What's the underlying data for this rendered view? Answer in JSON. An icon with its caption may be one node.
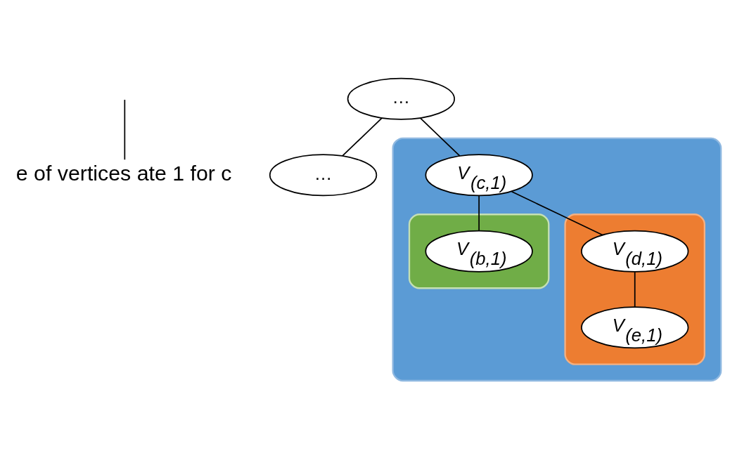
{
  "diagram": {
    "nodes": [
      {
        "text": [
          "e of vertices ate 1 for c"
        ]
      },
      {
        "text": [
          "…"
        ]
      },
      {
        "text": [],
        "shape": "box"
      },
      {
        "text": [
          "V$_{(c,1)}$"
        ],
        "in": 2
      },
      {
        "text": [],
        "shape": "box",
        "in": 2
      },
      {
        "text": [
          "V$_{(b,1)}$"
        ],
        "in": 4
      },
      {
        "text": [],
        "shape": "box",
        "in": 2
      },
      {
        "text": [
          "V$_{(d,1)}$"
        ],
        "in": 6
      },
      {
        "text": [
          "V$_{(e,1)}$"
        ],
        "in": 6
      },
      {
        "text": [
          "…"
        ]
      }
    ],
    "edges": [
      {
        "from": 0,
        "to": null,
        "arrow": "none"
      },
      {
        "from": 1,
        "to": 3,
        "arrow": "none"
      },
      {
        "from": 1,
        "to": 9,
        "arrow": "none"
      },
      {
        "from": 3,
        "to": 5,
        "arrow": "none"
      },
      {
        "from": 3,
        "to": 7,
        "arrow": "none"
      },
      {
        "from": 7,
        "to": 8,
        "arrow": "none"
      }
    ]
  }
}
